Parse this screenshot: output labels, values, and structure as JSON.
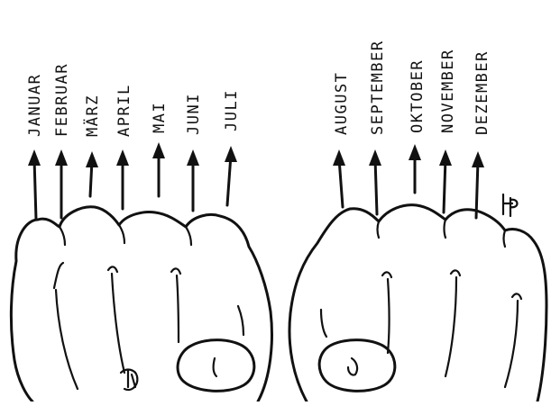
{
  "diagram": {
    "left_hand_months": [
      "JANUAR",
      "FEBRUAR",
      "MÄRZ",
      "APRIL",
      "MAI",
      "JUNI",
      "JULI"
    ],
    "right_hand_months": [
      "AUGUST",
      "SEPTEMBER",
      "OKTOBER",
      "NOVEMBER",
      "DEZEMBER"
    ],
    "signature": "HP"
  },
  "colors": {
    "ink": "#111111",
    "paper": "#ffffff"
  }
}
